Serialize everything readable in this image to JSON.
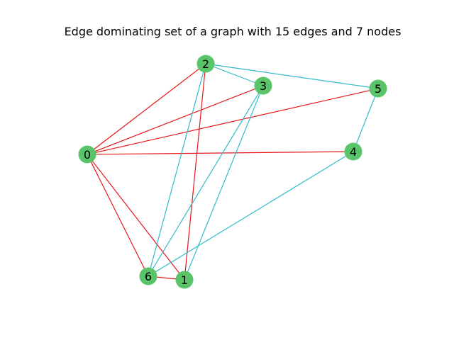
{
  "title": "Edge dominating set of a graph with 15 edges and 7 nodes",
  "colors": {
    "node": "#5ac46a",
    "dominating_edge": "#e8161a",
    "regular_edge": "#2fbcc8",
    "label": "#000000"
  },
  "graph": {
    "nodes": [
      {
        "id": 0,
        "label": "0"
      },
      {
        "id": 1,
        "label": "1"
      },
      {
        "id": 2,
        "label": "2"
      },
      {
        "id": 3,
        "label": "3"
      },
      {
        "id": 4,
        "label": "4"
      },
      {
        "id": 5,
        "label": "5"
      },
      {
        "id": 6,
        "label": "6"
      }
    ],
    "edges": [
      {
        "source": 0,
        "target": 2,
        "dominating": true
      },
      {
        "source": 0,
        "target": 3,
        "dominating": true
      },
      {
        "source": 0,
        "target": 5,
        "dominating": true
      },
      {
        "source": 0,
        "target": 4,
        "dominating": true
      },
      {
        "source": 0,
        "target": 6,
        "dominating": true
      },
      {
        "source": 0,
        "target": 1,
        "dominating": true
      },
      {
        "source": 2,
        "target": 1,
        "dominating": true
      },
      {
        "source": 6,
        "target": 1,
        "dominating": true
      },
      {
        "source": 2,
        "target": 3,
        "dominating": false
      },
      {
        "source": 2,
        "target": 5,
        "dominating": false
      },
      {
        "source": 2,
        "target": 6,
        "dominating": false
      },
      {
        "source": 3,
        "target": 6,
        "dominating": false
      },
      {
        "source": 3,
        "target": 1,
        "dominating": false
      },
      {
        "source": 5,
        "target": 4,
        "dominating": false
      },
      {
        "source": 4,
        "target": 6,
        "dominating": false
      }
    ]
  }
}
